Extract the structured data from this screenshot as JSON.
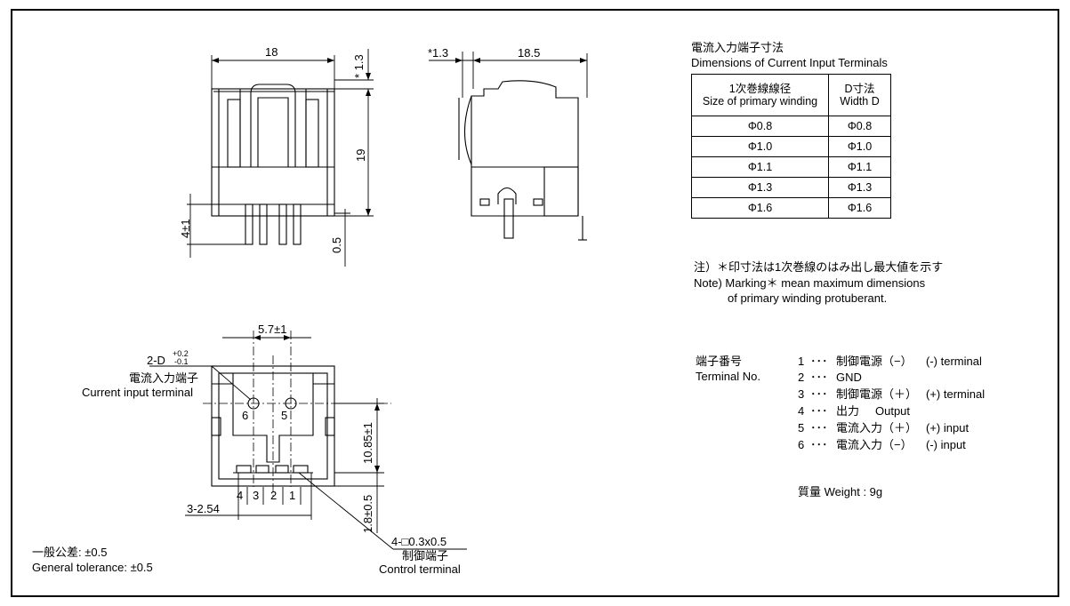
{
  "top_view": {
    "width_dim": "18",
    "star_dim": "* 1.3",
    "height_dim": "19",
    "pin_dim": "4±1",
    "pin_offset_dim": "0.5"
  },
  "side_view": {
    "star_dim": "*1.3",
    "width_dim": "18.5"
  },
  "bottom_view": {
    "pitch_dim": "5.7±1",
    "d_dim_label": "2-D",
    "d_dim_upper": "+0.2",
    "d_dim_lower": "-0.1",
    "current_terminal_jp": "電流入力端子",
    "current_terminal_en": "Current input terminal",
    "pin6": "6",
    "pin5": "5",
    "height_dim": "10.85±1",
    "pin_offset_dim": "1.8±0.5",
    "pin_labels": [
      "4",
      "3",
      "2",
      "1"
    ],
    "pitch_total": "3-2.54",
    "control_dim": "4-□0.3x0.5",
    "control_terminal_jp": "制御端子",
    "control_terminal_en": "Control terminal"
  },
  "tolerance": {
    "jp": "一般公差: ±0.5",
    "en": "General tolerance: ±0.5"
  },
  "terminal_table": {
    "title_jp": "電流入力端子寸法",
    "title_en": "Dimensions of Current Input Terminals",
    "header_col1_jp": "1次巻線線径",
    "header_col1_en": "Size of primary winding",
    "header_col2_jp": "D寸法",
    "header_col2_en": "Width D",
    "rows": [
      [
        "Φ0.8",
        "Φ0.8"
      ],
      [
        "Φ1.0",
        "Φ1.0"
      ],
      [
        "Φ1.1",
        "Φ1.1"
      ],
      [
        "Φ1.3",
        "Φ1.3"
      ],
      [
        "Φ1.6",
        "Φ1.6"
      ]
    ]
  },
  "note": {
    "jp": "注）＊印寸法は1次巻線のはみ出し最大値を示す",
    "en_line1": "Note) Marking＊ mean maximum dimensions",
    "en_line2": "of primary winding protuberant."
  },
  "terminal_no": {
    "title_jp": "端子番号",
    "title_en": "Terminal No.",
    "items": [
      {
        "num": "1",
        "dots": "･･･",
        "jp": "制御電源（−）",
        "en": "(-) terminal"
      },
      {
        "num": "2",
        "dots": "･･･",
        "jp": "GND",
        "en": ""
      },
      {
        "num": "3",
        "dots": "･･･",
        "jp": "制御電源（＋）",
        "en": "(+) terminal"
      },
      {
        "num": "4",
        "dots": "･･･",
        "jp": "出力",
        "en": "Output"
      },
      {
        "num": "5",
        "dots": "･･･",
        "jp": "電流入力（＋）",
        "en": "(+) input"
      },
      {
        "num": "6",
        "dots": "･･･",
        "jp": "電流入力（−）",
        "en": "(-) input"
      }
    ]
  },
  "weight": "質量  Weight : 9g"
}
